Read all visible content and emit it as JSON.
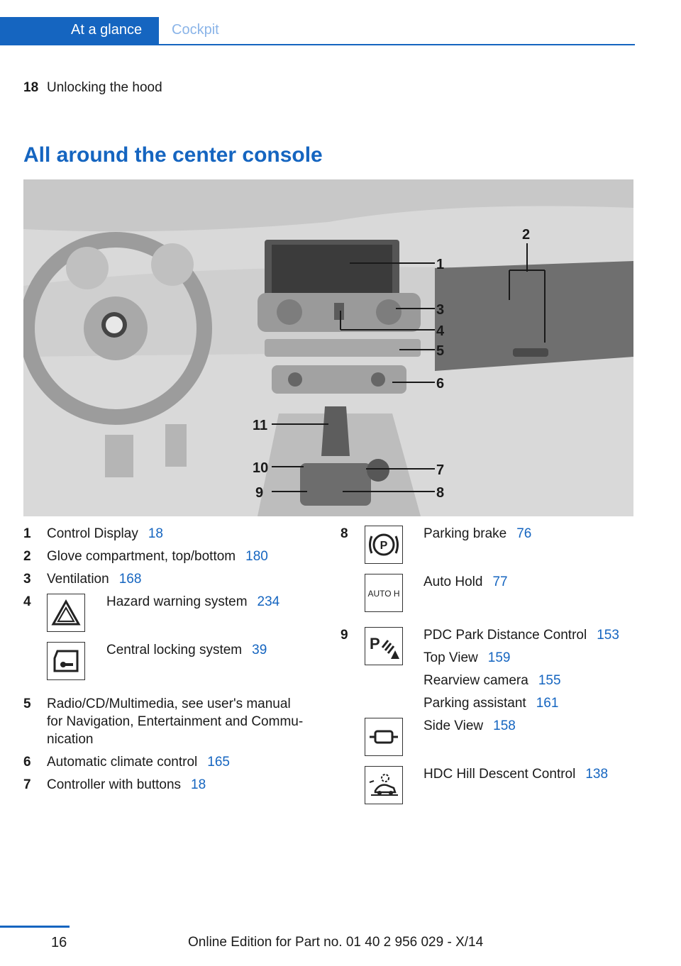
{
  "header": {
    "tab_active": "At a glance",
    "tab_inactive": "Cockpit"
  },
  "top_item": {
    "num": "18",
    "text": "Unlocking the hood"
  },
  "section_title": "All around the center console",
  "image_callouts": [
    "1",
    "2",
    "3",
    "4",
    "5",
    "6",
    "7",
    "8",
    "9",
    "10",
    "11"
  ],
  "left_items": [
    {
      "num": "1",
      "text": "Control Display",
      "ref": "18"
    },
    {
      "num": "2",
      "text": "Glove compartment, top/bottom",
      "ref": "180"
    },
    {
      "num": "3",
      "text": "Ventilation",
      "ref": "168"
    },
    {
      "num": "4",
      "text": "Hazard warning system",
      "ref": "234"
    },
    {
      "num": "",
      "text": "Central locking system",
      "ref": "39"
    },
    {
      "num": "5",
      "lines": [
        "Radio/CD/Multimedia, see user's manual",
        "for Navigation, Entertainment and Commu-",
        "nication"
      ]
    },
    {
      "num": "6",
      "text": "Automatic climate control",
      "ref": "165"
    },
    {
      "num": "7",
      "text": "Controller with buttons",
      "ref": "18"
    }
  ],
  "right_items": [
    {
      "num": "8",
      "text": "Parking brake",
      "ref": "76"
    },
    {
      "num": "",
      "text": "Auto Hold",
      "ref": "77",
      "icon_label": "AUTO H"
    },
    {
      "num": "9",
      "text": "PDC Park Distance Control",
      "ref": "153"
    },
    {
      "num": "",
      "text": "Top View",
      "ref": "159"
    },
    {
      "num": "",
      "text": "Rearview camera",
      "ref": "155"
    },
    {
      "num": "",
      "text": "Parking assistant",
      "ref": "161"
    },
    {
      "num": "",
      "text": "Side View",
      "ref": "158"
    },
    {
      "num": "",
      "text": "HDC Hill Descent Control",
      "ref": "138"
    }
  ],
  "icons": [
    "hazard-triangle-icon",
    "car-door-key-icon",
    "parking-brake-icon",
    "auto-hold-icon",
    "pdc-icon",
    "side-view-icon",
    "hdc-icon"
  ],
  "footer": {
    "page_number": "16",
    "edition": "Online Edition for Part no. 01 40 2 956 029 - X/14"
  },
  "colors": {
    "accent": "#1565c0"
  }
}
